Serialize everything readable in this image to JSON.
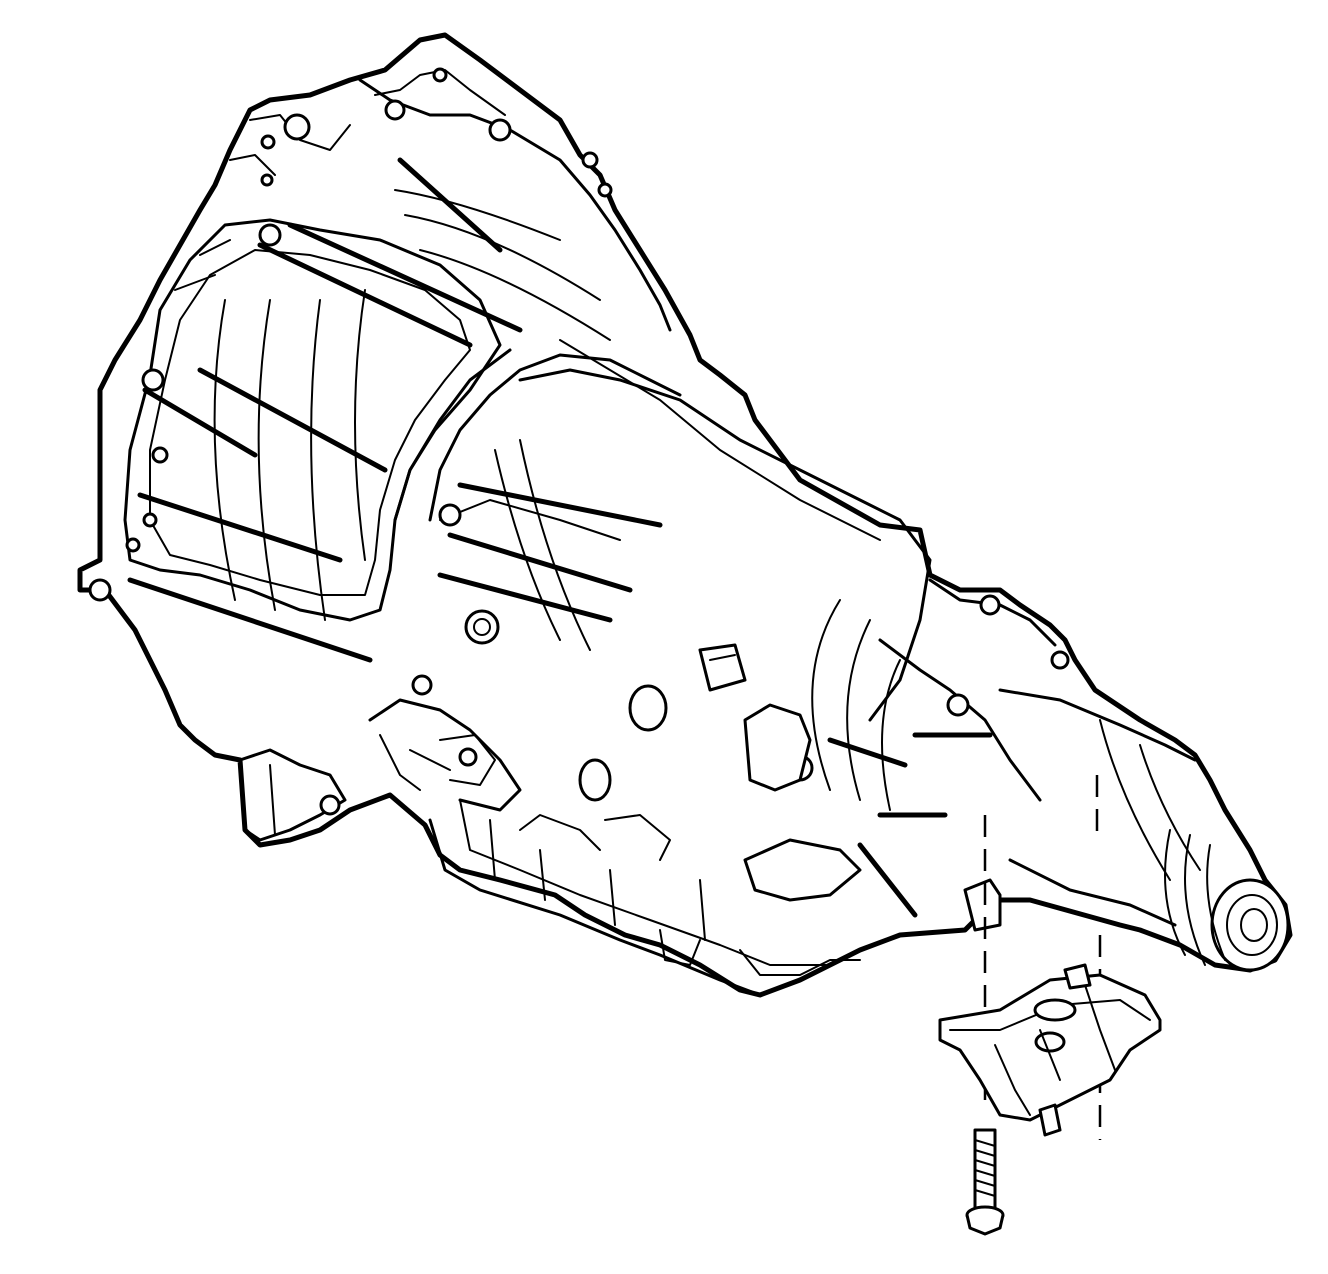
{
  "diagram": {
    "components": [
      {
        "id": "transmission",
        "icon": "transmission-housing-illustration"
      },
      {
        "id": "mount",
        "icon": "transmission-mount-illustration"
      },
      {
        "id": "bolt",
        "icon": "bolt-illustration"
      }
    ],
    "colors": {
      "line": "#000000",
      "background": "#ffffff"
    }
  }
}
